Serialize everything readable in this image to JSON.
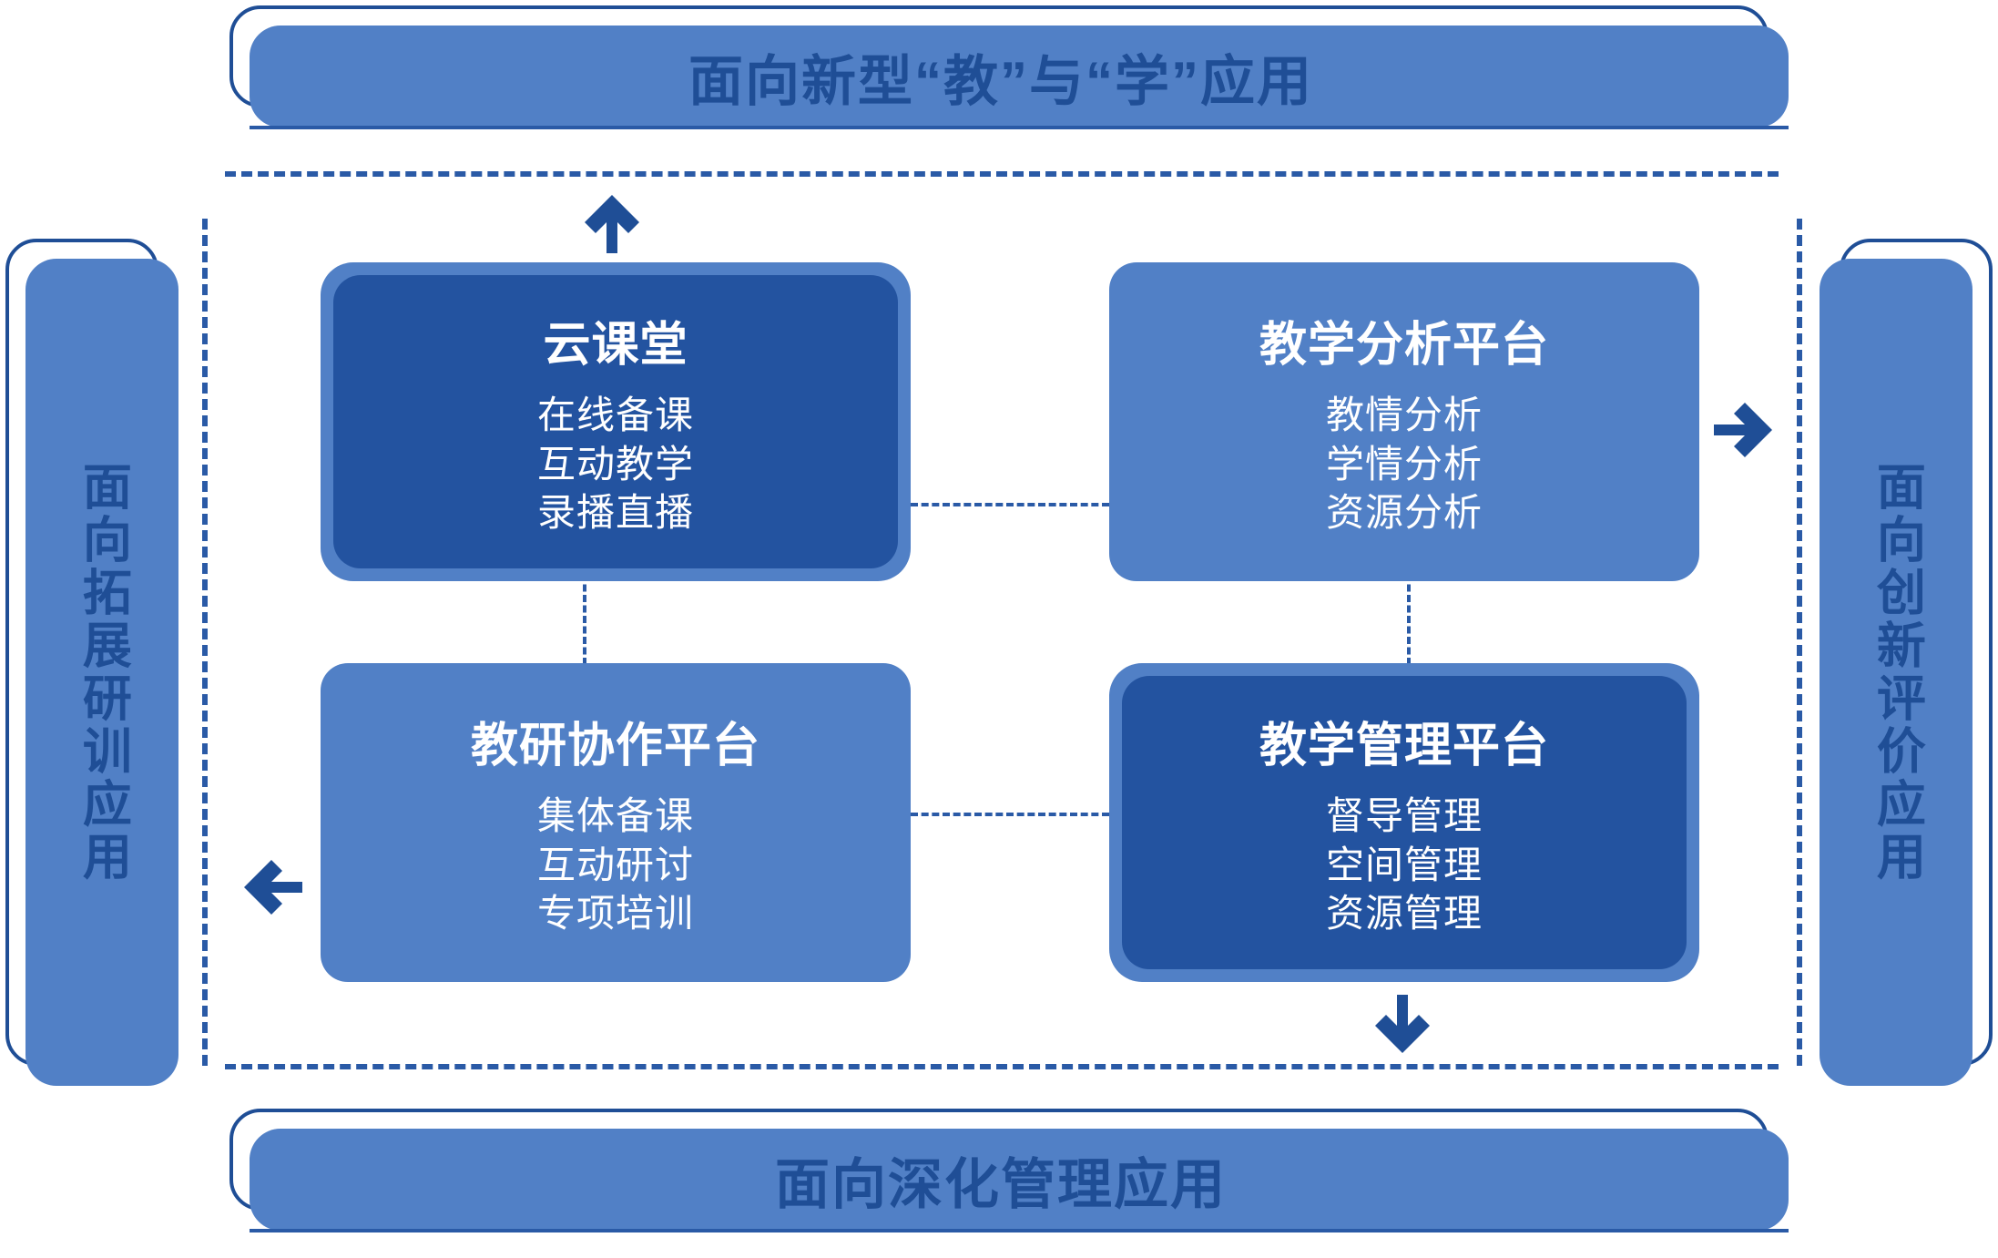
{
  "banners": {
    "top": {
      "label": "面向新型“教”与“学”应用"
    },
    "bottom": {
      "label": "面向深化管理应用"
    }
  },
  "side_panels": {
    "left": {
      "label": "面向拓展研训应用"
    },
    "right": {
      "label": "面向创新评价应用"
    }
  },
  "cards": [
    {
      "id": "cloud-classroom",
      "title": "云课堂",
      "items": [
        "在线备课",
        "互动教学",
        "录播直播"
      ],
      "style": "dark"
    },
    {
      "id": "teaching-analysis-platform",
      "title": "教学分析平台",
      "items": [
        "教情分析",
        "学情分析",
        "资源分析"
      ],
      "style": "light"
    },
    {
      "id": "research-collaboration-platform",
      "title": "教研协作平台",
      "items": [
        "集体备课",
        "互动研讨",
        "专项培训"
      ],
      "style": "light"
    },
    {
      "id": "teaching-management-platform",
      "title": "教学管理平台",
      "items": [
        "督导管理",
        "空间管理",
        "资源管理"
      ],
      "style": "dark"
    }
  ],
  "arrows": [
    {
      "name": "arrow-up",
      "direction": "up"
    },
    {
      "name": "arrow-right",
      "direction": "right"
    },
    {
      "name": "arrow-left",
      "direction": "left"
    },
    {
      "name": "arrow-down",
      "direction": "down"
    }
  ],
  "colors": {
    "dark_blue": "#2353a0",
    "light_blue": "#5180c6",
    "outline_blue": "#1f4e96",
    "dash_blue": "#2a5aa6",
    "text_white": "#ffffff",
    "background": "#ffffff"
  }
}
